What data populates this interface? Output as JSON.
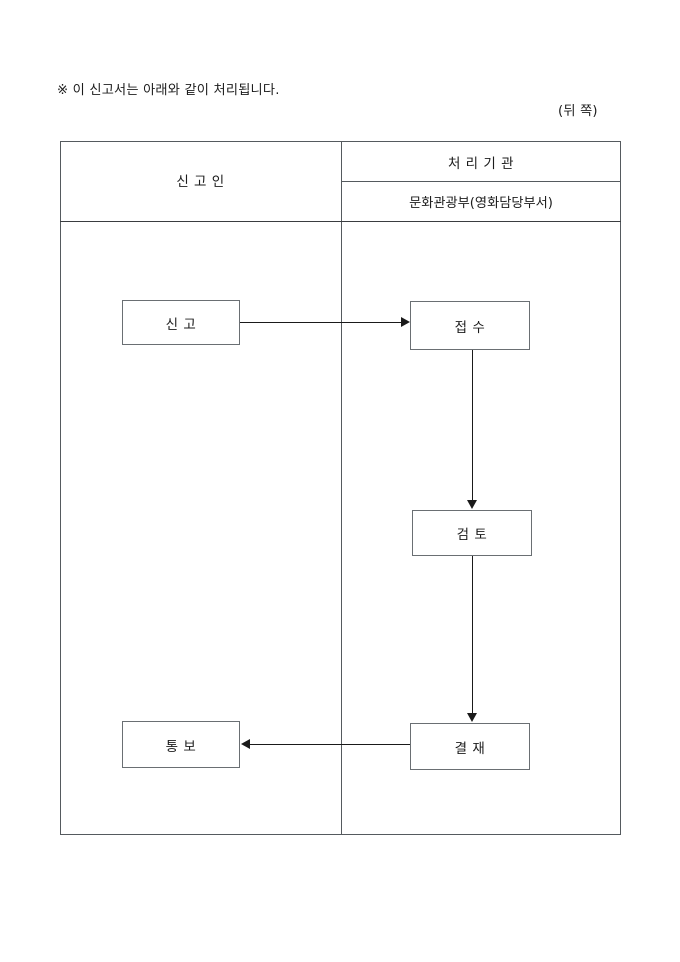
{
  "document": {
    "notice": "※ 이 신고서는 아래와 같이 처리됩니다.",
    "page_side": "(뒤  쪽)"
  },
  "table": {
    "columns": [
      {
        "key": "applicant",
        "header": "신    고    인"
      },
      {
        "key": "agency",
        "header": "처 리 기 관",
        "subheader": "문화관광부(영화담당부서)"
      }
    ]
  },
  "flow": {
    "nodes": [
      {
        "id": "declare",
        "label": "신        고",
        "column": "applicant"
      },
      {
        "id": "receive",
        "label": "접        수",
        "column": "agency"
      },
      {
        "id": "review",
        "label": "검        토",
        "column": "agency"
      },
      {
        "id": "approve",
        "label": "결        재",
        "column": "agency"
      },
      {
        "id": "notify",
        "label": "통        보",
        "column": "applicant"
      }
    ],
    "edges": [
      {
        "from": "declare",
        "to": "receive",
        "direction": "right"
      },
      {
        "from": "receive",
        "to": "review",
        "direction": "down"
      },
      {
        "from": "review",
        "to": "approve",
        "direction": "down"
      },
      {
        "from": "approve",
        "to": "notify",
        "direction": "left"
      }
    ]
  },
  "colors": {
    "border": "#555a5e",
    "node_border": "#6a6f73",
    "connector": "#1a1a1a",
    "text": "#1c1c1c",
    "background": "#ffffff"
  }
}
